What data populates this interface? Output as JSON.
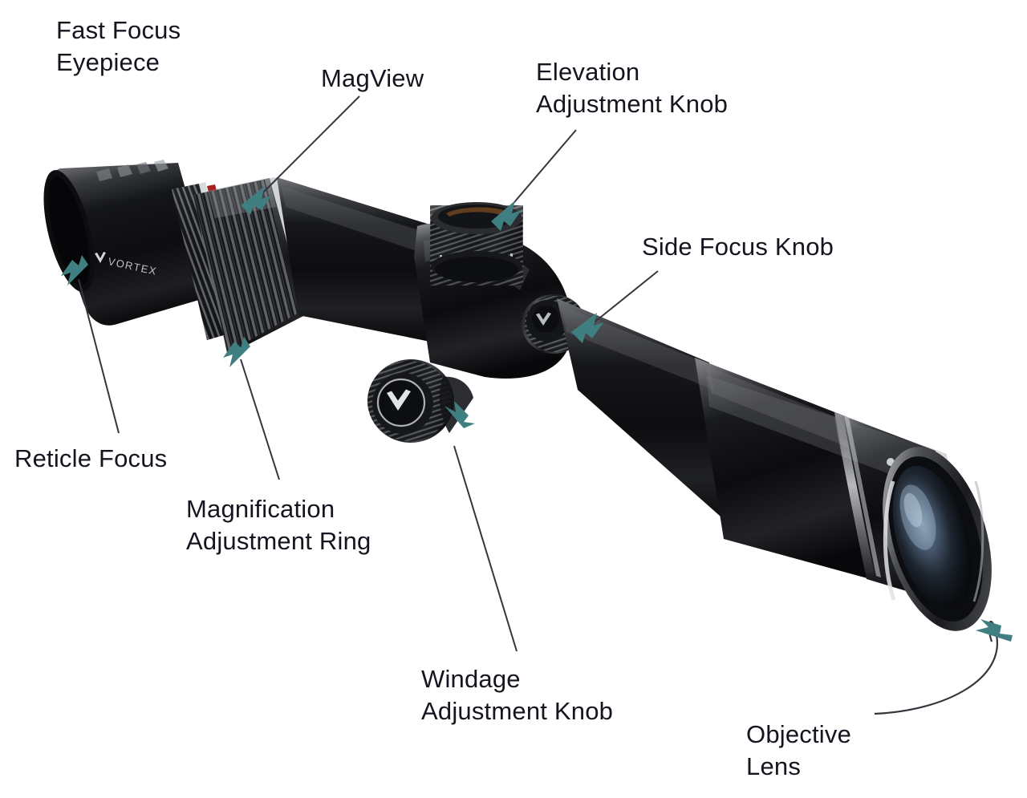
{
  "diagram": {
    "subject": "riflescope",
    "background_color": "#ffffff",
    "leader_line_color": "#35353d",
    "arrow_color": "#3f7f82",
    "text_color": "#15151f",
    "brand_mark": "vortex-v-logo",
    "callouts": [
      {
        "id": "fast-focus-eyepiece",
        "icon": "arrow-marker",
        "lines": [
          "Fast Focus",
          "Eyepiece"
        ],
        "line1": "Fast Focus",
        "line2": "Eyepiece"
      },
      {
        "id": "magview",
        "icon": "arrow-marker",
        "lines": [
          "MagView"
        ],
        "line1": "MagView",
        "line2": ""
      },
      {
        "id": "elevation-adjustment-knob",
        "icon": "arrow-marker",
        "lines": [
          "Elevation",
          "Adjustment Knob"
        ],
        "line1": "Elevation",
        "line2": "Adjustment Knob"
      },
      {
        "id": "side-focus-knob",
        "icon": "arrow-marker",
        "lines": [
          "Side Focus Knob"
        ],
        "line1": "Side Focus Knob",
        "line2": ""
      },
      {
        "id": "reticle-focus",
        "icon": "arrow-marker",
        "lines": [
          "Reticle Focus"
        ],
        "line1": "Reticle Focus",
        "line2": ""
      },
      {
        "id": "magnification-adjustment-ring",
        "icon": "arrow-marker",
        "lines": [
          "Magnification",
          "Adjustment Ring"
        ],
        "line1": "Magnification",
        "line2": "Adjustment Ring"
      },
      {
        "id": "windage-adjustment-knob",
        "icon": "arrow-marker",
        "lines": [
          "Windage",
          "Adjustment Knob"
        ],
        "line1": "Windage",
        "line2": "Adjustment Knob"
      },
      {
        "id": "objective-lens",
        "icon": "arrow-marker-curved",
        "lines": [
          "Objective",
          "Lens"
        ],
        "line1": "Objective",
        "line2": "Lens"
      }
    ]
  }
}
